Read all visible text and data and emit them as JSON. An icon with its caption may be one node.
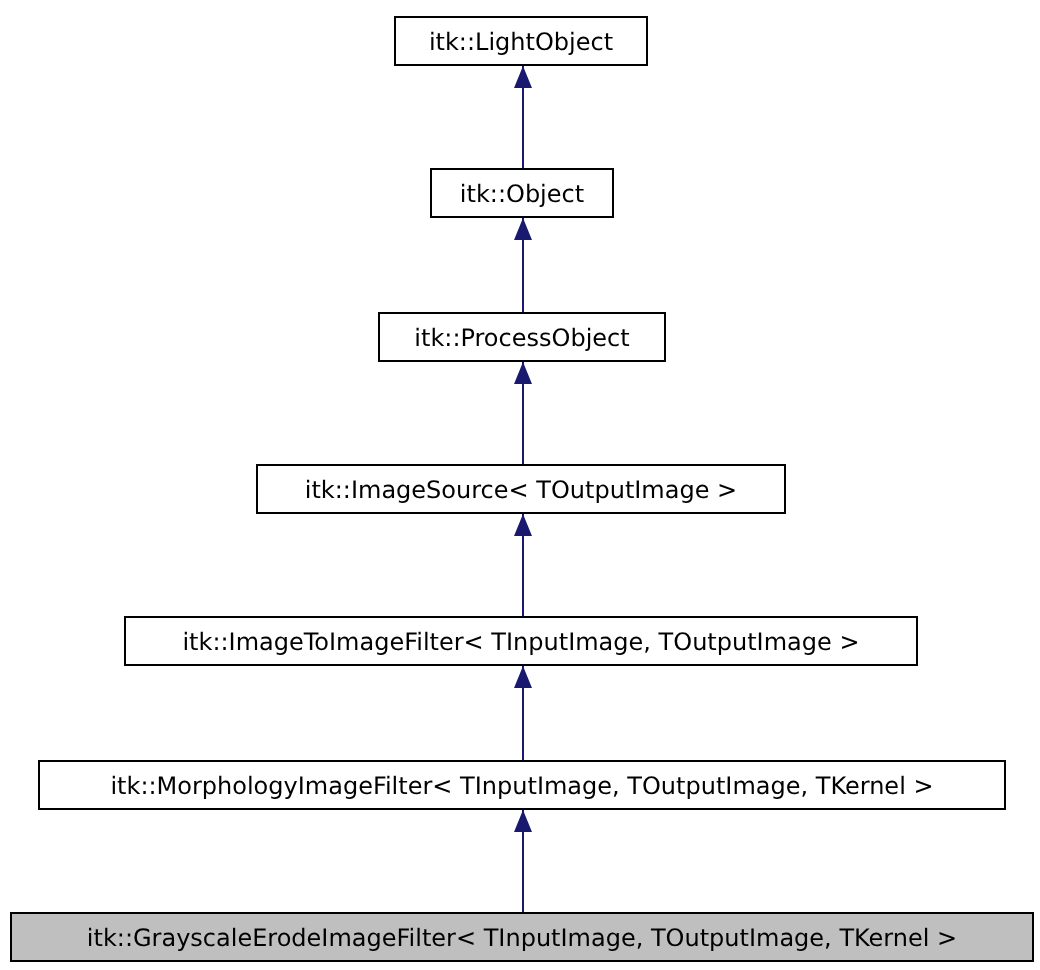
{
  "diagram": {
    "nodes": [
      {
        "text": [
          "itk::LightObject"
        ]
      },
      {
        "text": [
          "itk::Object"
        ]
      },
      {
        "text": [
          "itk::ProcessObject"
        ]
      },
      {
        "text": [
          "itk::ImageSource< TOutputImage >"
        ]
      },
      {
        "text": [
          "itk::ImageToImageFilter< TInputImage, TOutputImage >"
        ]
      },
      {
        "text": [
          "itk::MorphologyImageFilter< TInputImage, TOutputImage, TKernel >"
        ]
      },
      {
        "text": [
          "itk::GrayscaleErodeImageFilter< TInputImage, TOutputImage, TKernel >"
        ]
      }
    ],
    "edges": [
      {
        "from": 1,
        "to": 0,
        "arrow": "to"
      },
      {
        "from": 2,
        "to": 1,
        "arrow": "to"
      },
      {
        "from": 3,
        "to": 2,
        "arrow": "to"
      },
      {
        "from": 4,
        "to": 3,
        "arrow": "to"
      },
      {
        "from": 5,
        "to": 4,
        "arrow": "to"
      },
      {
        "from": 6,
        "to": 5,
        "arrow": "to"
      }
    ]
  }
}
